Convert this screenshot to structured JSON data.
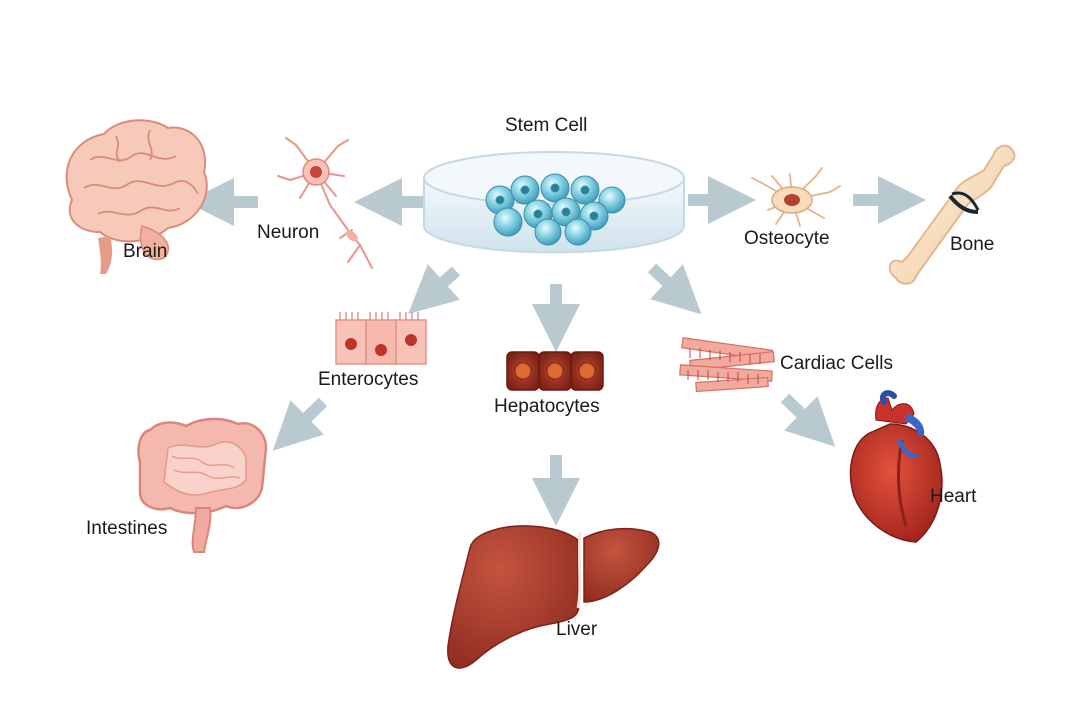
{
  "labels": {
    "stem_cell": "Stem Cell",
    "brain": "Brain",
    "neuron": "Neuron",
    "osteocyte": "Osteocyte",
    "bone": "Bone",
    "enterocytes": "Enterocytes",
    "hepatocytes": "Hepatocytes",
    "cardiac_cells": "Cardiac Cells",
    "intestines": "Intestines",
    "heart": "Heart",
    "liver": "Liver"
  },
  "colors": {
    "arrow": "#b8c9cf",
    "dish": "#e3eef4",
    "stem_cell": "#6fc3d8",
    "organ_pink": "#f2b8b0",
    "liver": "#a83a2c",
    "heart": "#c8322a",
    "bone": "#f6dcbc"
  },
  "icons": [
    "brain-icon",
    "neuron-icon",
    "petri-dish-icon",
    "osteocyte-icon",
    "bone-icon",
    "enterocytes-icon",
    "hepatocytes-icon",
    "cardiac-cells-icon",
    "intestines-icon",
    "heart-icon",
    "liver-icon"
  ]
}
